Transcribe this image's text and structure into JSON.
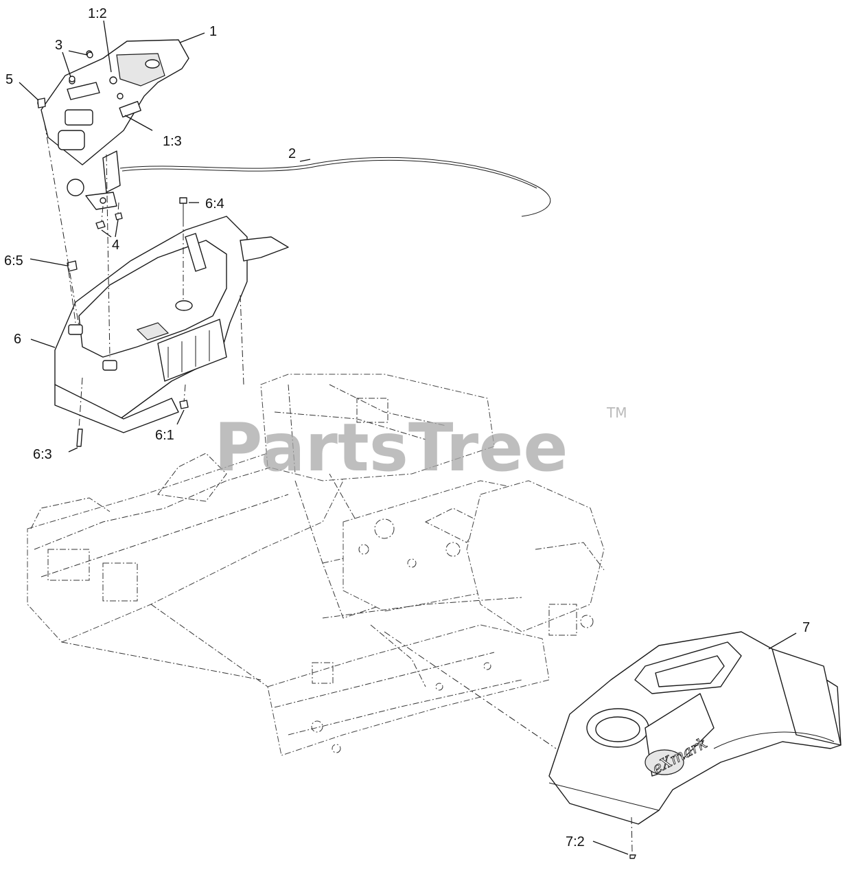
{
  "callouts": {
    "c1": "1",
    "c1_2": "1:2",
    "c1_3": "1:3",
    "c2": "2",
    "c3": "3",
    "c4": "4",
    "c5": "5",
    "c6": "6",
    "c6_1": "6:1",
    "c6_3": "6:3",
    "c6_4": "6:4",
    "c6_5": "6:5",
    "c7": "7",
    "c7_2": "7:2"
  },
  "watermark": {
    "text": "PartsTree",
    "trademark": "TM"
  },
  "brand_logo": {
    "text": "eXmark"
  }
}
